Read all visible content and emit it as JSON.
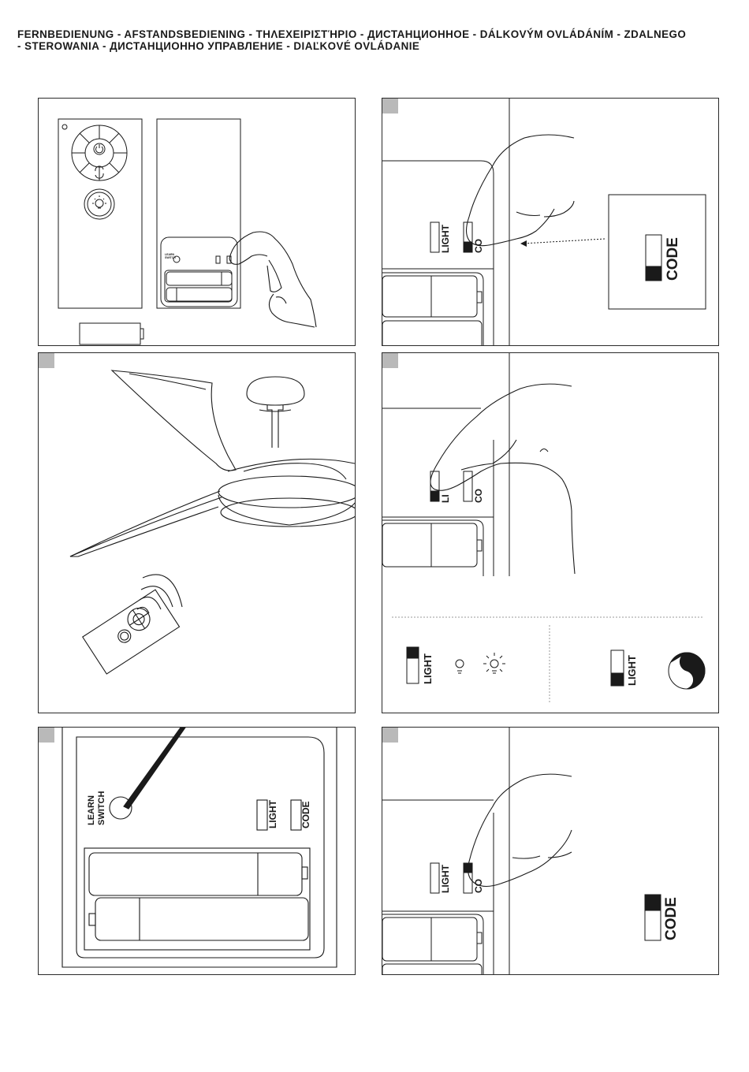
{
  "header": {
    "title_line1": "FERNBEDIENUNG - AFSTANDSBEDIENING - ΤΗΛΕΧΕΙΡΙΣΤΉΡΙΟ - ДИСТАНЦИОННОЕ - DÁLKOVÝM OVLÁDÁNÍM - ZDALNEGO",
    "title_line2": "-  STEROWANIA - ДИСТАНЦИОННО УПРАВЛЕНИЕ - DIAĽKOVÉ OVLÁDANIE"
  },
  "labels": {
    "light": "LIGHT",
    "code": "CODE",
    "code_short": "CO",
    "learn": "LEARN",
    "switch": "SWITCH",
    "learn_small": "LEARN",
    "switch_small": "SWITCH",
    "light_partial": "LI"
  },
  "colors": {
    "stroke": "#1a1a1a",
    "marker": "#b9b9b9"
  },
  "icons": [
    "power-icon",
    "reverse-rotation-icon",
    "light-bulb-icon",
    "light-bulb-off-icon",
    "light-bulb-on-icon",
    "color-temperature-icon",
    "finger-hand-icon",
    "signal-waves-icon",
    "battery-icon",
    "ceiling-fan-icon"
  ]
}
